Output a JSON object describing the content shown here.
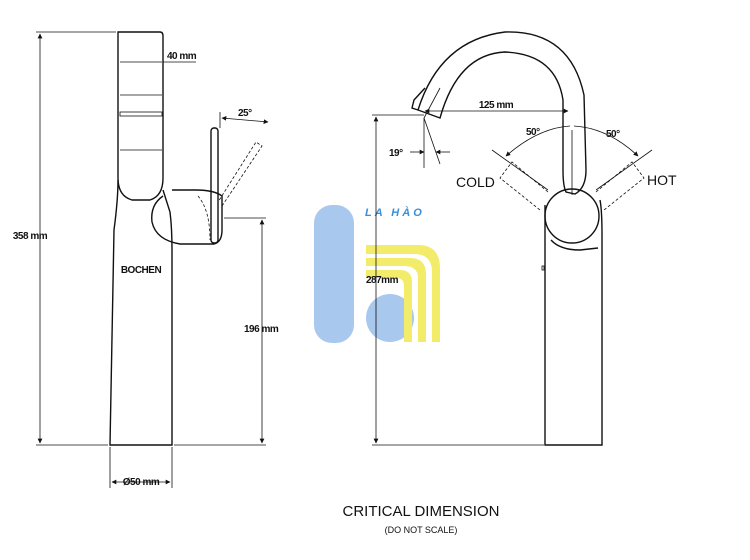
{
  "front_view": {
    "dim_height": "358 mm",
    "dim_top": "40 mm",
    "dim_angle": "25°",
    "dim_lever_height": "196 mm",
    "dim_base": "Ø50 mm",
    "body_marking": "BOCHEN"
  },
  "side_view": {
    "dim_reach": "125 mm",
    "dim_spout_height": "287mm",
    "dim_spout_angle": "19°",
    "dim_cold_angle": "50°",
    "dim_hot_angle": "50°",
    "label_cold": "COLD",
    "label_hot": "HOT"
  },
  "watermark": {
    "text": "LA HÀO",
    "colors": {
      "blue": "#a9c8ee",
      "yellow": "#f3ec6a",
      "blue_text": "#3a8fd8"
    }
  },
  "footer": {
    "title": "CRITICAL DIMENSION",
    "subtitle": "(DO NOT SCALE)"
  }
}
